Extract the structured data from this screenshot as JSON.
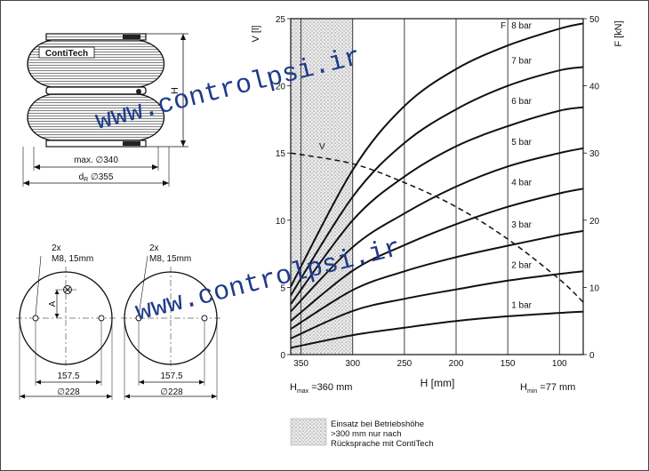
{
  "product": {
    "brand": "ContiTech",
    "dim_max": "max. ∅340",
    "dim_dr_prefix": "d",
    "dim_dr_sub": "R",
    "dim_dr_value": " ∅355",
    "height_label": "H"
  },
  "mount_plates": [
    {
      "holes": "2x",
      "thread": "M8, 15mm",
      "offset_label": "A",
      "pitch": "157.5",
      "diameter": "∅228"
    },
    {
      "holes": "2x",
      "thread": "M8, 15mm",
      "pitch": "157.5",
      "diameter": "∅228"
    }
  ],
  "chart_data": {
    "type": "line",
    "left_axis_label": "V [l]",
    "right_axis_label": "F [kN]",
    "xlabel": "H [mm]",
    "x_reversed": true,
    "xlim": [
      360,
      77
    ],
    "ylim_left": [
      0,
      25
    ],
    "ylim_right": [
      0,
      50
    ],
    "x_ticks": [
      350,
      300,
      250,
      200,
      150,
      100
    ],
    "y_ticks_left": [
      0,
      5,
      10,
      15,
      20,
      25
    ],
    "y_ticks_right": [
      0,
      10,
      20,
      30,
      40,
      50
    ],
    "hmax_label": {
      "prefix": "H",
      "sub": "max",
      "suffix": " =360 mm"
    },
    "hmin_label": {
      "prefix": "H",
      "sub": "min",
      "suffix": " =77 mm"
    },
    "volume_series": {
      "name": "V",
      "x": [
        360,
        300,
        250,
        200,
        150,
        100,
        77
      ],
      "y": [
        15.0,
        14.2,
        12.8,
        11.0,
        8.6,
        5.6,
        3.9
      ]
    },
    "force_series": [
      {
        "name": "1 bar",
        "x": [
          360,
          300,
          250,
          200,
          150,
          100,
          77
        ],
        "y": [
          1.0,
          2.9,
          4.0,
          5.0,
          5.7,
          6.2,
          6.4
        ]
      },
      {
        "name": "2 bar",
        "x": [
          360,
          300,
          250,
          200,
          150,
          100,
          77
        ],
        "y": [
          2.4,
          6.5,
          8.3,
          9.7,
          11.0,
          12.0,
          12.4
        ]
      },
      {
        "name": "3 bar",
        "x": [
          360,
          300,
          250,
          200,
          150,
          100,
          77
        ],
        "y": [
          3.8,
          9.6,
          12.4,
          14.5,
          16.2,
          17.8,
          18.4
        ]
      },
      {
        "name": "4 bar",
        "x": [
          360,
          300,
          250,
          200,
          150,
          100,
          77
        ],
        "y": [
          5.0,
          12.5,
          16.3,
          19.4,
          22.0,
          24.0,
          24.7
        ]
      },
      {
        "name": "5 bar",
        "x": [
          360,
          300,
          250,
          200,
          150,
          100,
          77
        ],
        "y": [
          6.4,
          16.0,
          21.0,
          25.0,
          28.0,
          30.0,
          30.7
        ]
      },
      {
        "name": "6 bar",
        "x": [
          360,
          300,
          250,
          200,
          150,
          100,
          77
        ],
        "y": [
          7.5,
          20.0,
          26.5,
          31.0,
          34.0,
          36.3,
          36.8
        ]
      },
      {
        "name": "7 bar",
        "x": [
          360,
          300,
          250,
          200,
          150,
          100,
          77
        ],
        "y": [
          8.8,
          23.5,
          31.5,
          36.5,
          40.0,
          42.3,
          42.8
        ]
      },
      {
        "name": "8 bar",
        "x": [
          360,
          300,
          250,
          200,
          150,
          100,
          77
        ],
        "y": [
          10.1,
          27.5,
          37.0,
          42.5,
          46.0,
          48.5,
          49.3
        ]
      }
    ],
    "f_marker": "F",
    "v_marker": "V",
    "shaded_region": {
      "from": 360,
      "to": 300
    },
    "legend_note": [
      "Einsatz bei Betriebshöhe",
      ">300 mm nur nach",
      "Rücksprache mit ContiTech"
    ]
  },
  "watermark": "www.controlpsi.ir"
}
